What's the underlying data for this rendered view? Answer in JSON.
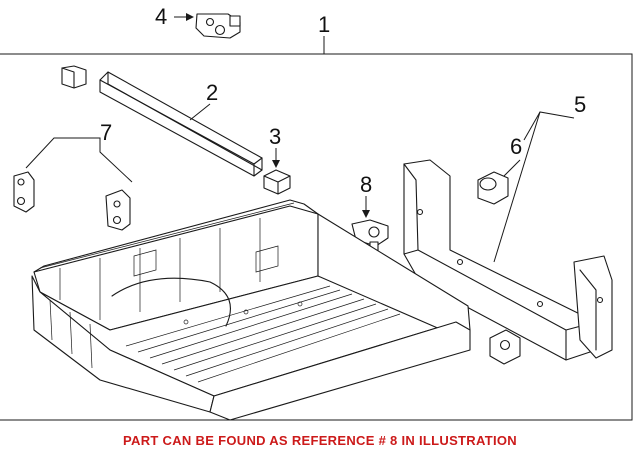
{
  "callouts": {
    "c1": "1",
    "c2": "2",
    "c3": "3",
    "c4": "4",
    "c5": "5",
    "c6": "6",
    "c7": "7",
    "c8": "8"
  },
  "footer_note": "PART CAN BE FOUND AS REFERENCE # 8 IN ILLUSTRATION",
  "colors": {
    "footer_text": "#cc1a1a",
    "line": "#1a1a1a",
    "background": "#ffffff"
  }
}
